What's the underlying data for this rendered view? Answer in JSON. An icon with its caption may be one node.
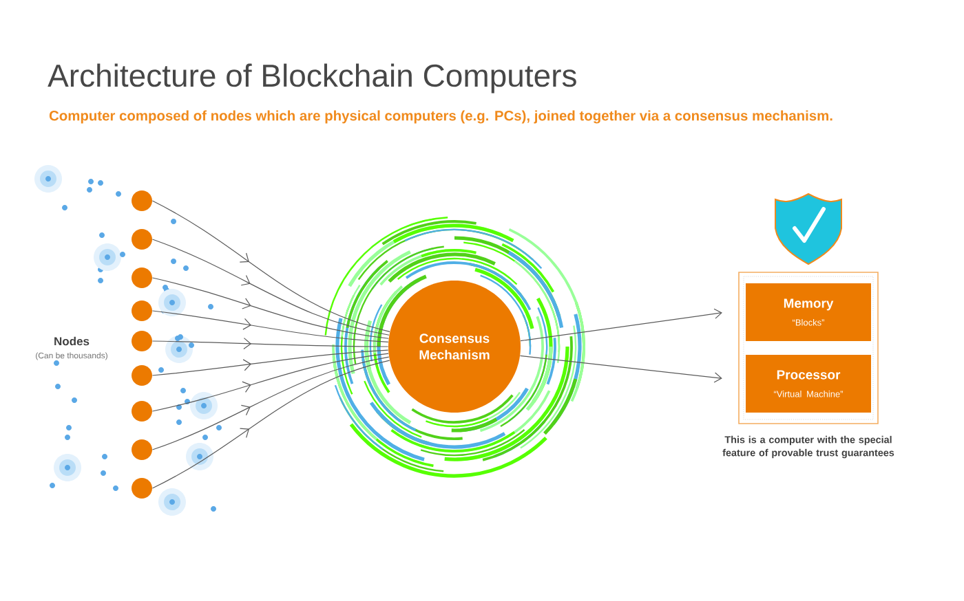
{
  "diagram": {
    "title": "Architecture of Blockchain Computers",
    "caption": "Computer composed of nodes which are physical computers (e.g. PCs), joined together via a consensus mechanism.",
    "nodes": [
      {
        "text": [],
        "shape": "circle"
      },
      {
        "text": [],
        "shape": "circle"
      },
      {
        "text": [],
        "shape": "circle"
      },
      {
        "text": [],
        "shape": "circle"
      },
      {
        "text": [],
        "shape": "circle"
      },
      {
        "text": [],
        "shape": "circle"
      },
      {
        "text": [],
        "shape": "circle"
      },
      {
        "text": [],
        "shape": "circle"
      },
      {
        "text": [],
        "shape": "circle"
      },
      {
        "text": [
          "Consensus Mechanism"
        ]
      },
      {
        "text": [],
        "shape": "box",
        "beside": [
          "This is a computer with the special feature of provable trust guarantees"
        ]
      },
      {
        "text": [
          "Memory",
          "“Blocks”"
        ],
        "in": 10
      },
      {
        "text": [
          "Processor",
          "“Virtual Machine”"
        ],
        "in": 10
      }
    ],
    "edges": [
      {
        "from": 0,
        "to": 9,
        "arrow": "to"
      },
      {
        "from": 1,
        "to": 9,
        "arrow": "to"
      },
      {
        "from": 2,
        "to": 9,
        "arrow": "to"
      },
      {
        "from": 3,
        "to": 9,
        "arrow": "to"
      },
      {
        "from": 4,
        "to": 9,
        "arrow": "to"
      },
      {
        "from": 5,
        "to": 9,
        "arrow": "to"
      },
      {
        "from": 6,
        "to": 9,
        "arrow": "to"
      },
      {
        "from": 7,
        "to": 9,
        "arrow": "to"
      },
      {
        "from": 8,
        "to": 9,
        "arrow": "to"
      },
      {
        "from": 9,
        "to": 11,
        "arrow": "to"
      },
      {
        "from": 9,
        "to": 12,
        "arrow": "to"
      }
    ],
    "labels": [
      "Nodes",
      "(Can be thousands)"
    ]
  }
}
